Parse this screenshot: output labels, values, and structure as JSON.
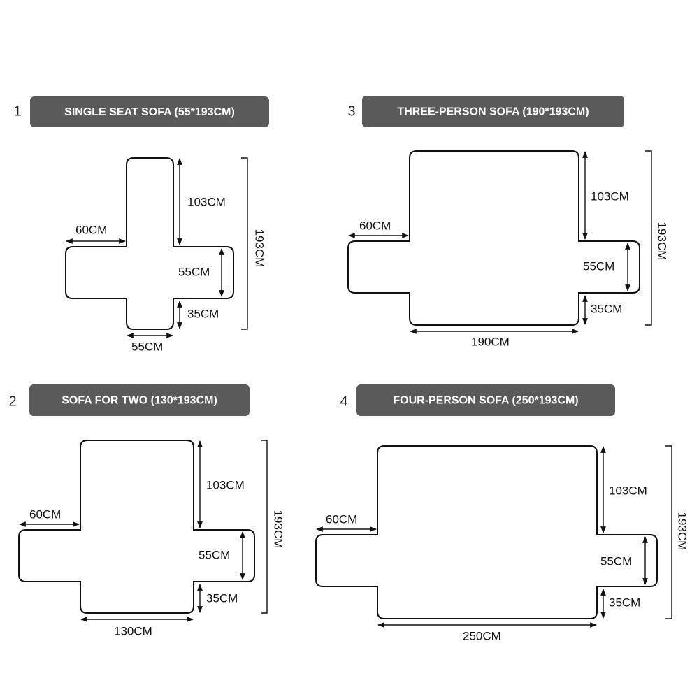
{
  "panels": [
    {
      "number": "1",
      "title": "SINGLE SEAT SOFA (55*193CM)",
      "top": "103CM",
      "arm": "60CM",
      "side": "55CM",
      "bottom": "35CM",
      "width": "55CM",
      "total": "193CM"
    },
    {
      "number": "2",
      "title": "SOFA FOR TWO (130*193CM)",
      "top": "103CM",
      "arm": "60CM",
      "side": "55CM",
      "bottom": "35CM",
      "width": "130CM",
      "total": "193CM"
    },
    {
      "number": "3",
      "title": "THREE-PERSON SOFA (190*193CM)",
      "top": "103CM",
      "arm": "60CM",
      "side": "55CM",
      "bottom": "35CM",
      "width": "190CM",
      "total": "193CM"
    },
    {
      "number": "4",
      "title": "FOUR-PERSON SOFA (250*193CM)",
      "top": "103CM",
      "arm": "60CM",
      "side": "55CM",
      "bottom": "35CM",
      "width": "250CM",
      "total": "193CM"
    }
  ]
}
